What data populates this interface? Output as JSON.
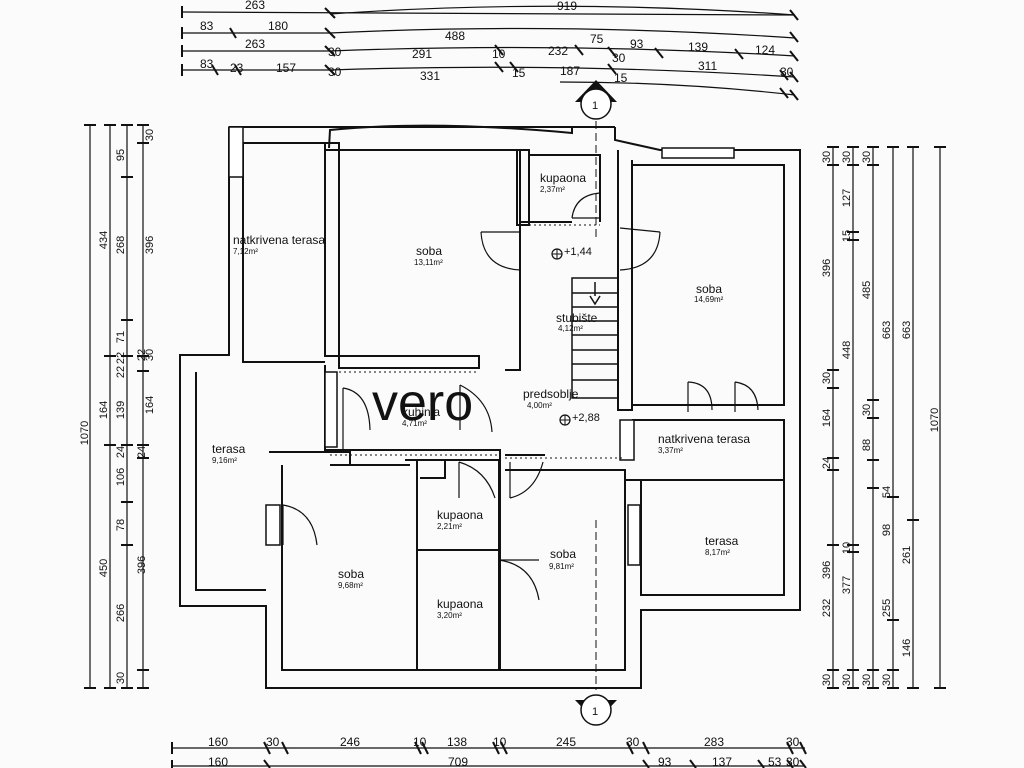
{
  "dims_top": {
    "row0": [
      "263",
      "919"
    ],
    "row1": [
      "83",
      "180",
      "488"
    ],
    "row2": [
      "263",
      "30",
      "291",
      "10",
      "232",
      "75",
      "93",
      "139",
      "124"
    ],
    "row3": [
      "83",
      "23",
      "157",
      "30",
      "331",
      "15",
      "187",
      "15",
      "311",
      "30"
    ],
    "row2_tail": [
      "30"
    ]
  },
  "dims_bottom": {
    "row0": [
      "160",
      "30",
      "246",
      "10",
      "138",
      "10",
      "245",
      "30",
      "283",
      "30"
    ],
    "row1": [
      "160",
      "709",
      "93",
      "137",
      "53",
      "30"
    ]
  },
  "dims_left": {
    "col_a": [
      "1070"
    ],
    "col_b": [
      "434",
      "164",
      "450"
    ],
    "col_c": [
      "95",
      "268",
      "71",
      "22",
      "139",
      "106",
      "78",
      "266",
      "30"
    ],
    "col_d": [
      "30",
      "396",
      "22",
      "30",
      "164",
      "24",
      "396"
    ],
    "col_c_extra": [
      "22",
      "24"
    ]
  },
  "dims_right": {
    "col_a": [
      "30",
      "396",
      "30",
      "164",
      "24",
      "396",
      "232",
      "30"
    ],
    "col_b": [
      "30",
      "127",
      "15",
      "448",
      "10",
      "377",
      "30"
    ],
    "col_c": [
      "30",
      "485",
      "30",
      "88",
      "54",
      "98",
      "255",
      "30"
    ],
    "col_d": [
      "663",
      "261",
      "146",
      "30"
    ],
    "col_e": [
      "663",
      "1070"
    ]
  },
  "section_markers": [
    "1",
    "1"
  ],
  "rooms": [
    {
      "name": "natkrivena terasa",
      "area": "7,12m²"
    },
    {
      "name": "soba",
      "area": "13,11m²"
    },
    {
      "name": "kupaona",
      "area": "2,37m²"
    },
    {
      "name": "soba",
      "area": "14,69m²"
    },
    {
      "name": "stubište",
      "area": "4,12m²"
    },
    {
      "name": "terasa",
      "area": "9,16m²"
    },
    {
      "name": "kuhinja",
      "area": "4,71m²"
    },
    {
      "name": "predsoblje",
      "area": "4,00m²"
    },
    {
      "name": "natkrivena terasa",
      "area": "3,37m²"
    },
    {
      "name": "kupaona",
      "area": "2,21m²"
    },
    {
      "name": "soba",
      "area": "9,68m²"
    },
    {
      "name": "soba",
      "area": "9,81m²"
    },
    {
      "name": "terasa",
      "area": "8,17m²"
    },
    {
      "name": "kupaona",
      "area": "3,20m²"
    }
  ],
  "levels": [
    "+1,44",
    "+2,88"
  ],
  "watermark": "vero"
}
